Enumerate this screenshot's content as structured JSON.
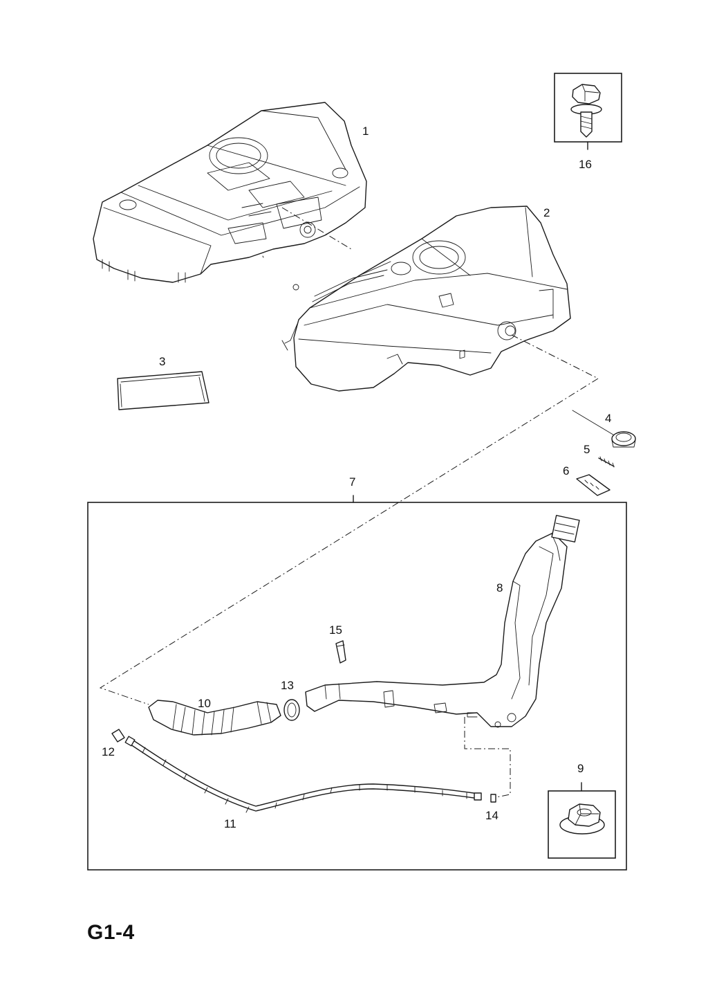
{
  "page_code": "G1-4",
  "callouts": {
    "c1": "1",
    "c2": "2",
    "c3": "3",
    "c4": "4",
    "c5": "5",
    "c6": "6",
    "c7": "7",
    "c8": "8",
    "c9": "9",
    "c10": "10",
    "c11": "11",
    "c12": "12",
    "c13": "13",
    "c14": "14",
    "c15": "15",
    "c16": "16"
  }
}
